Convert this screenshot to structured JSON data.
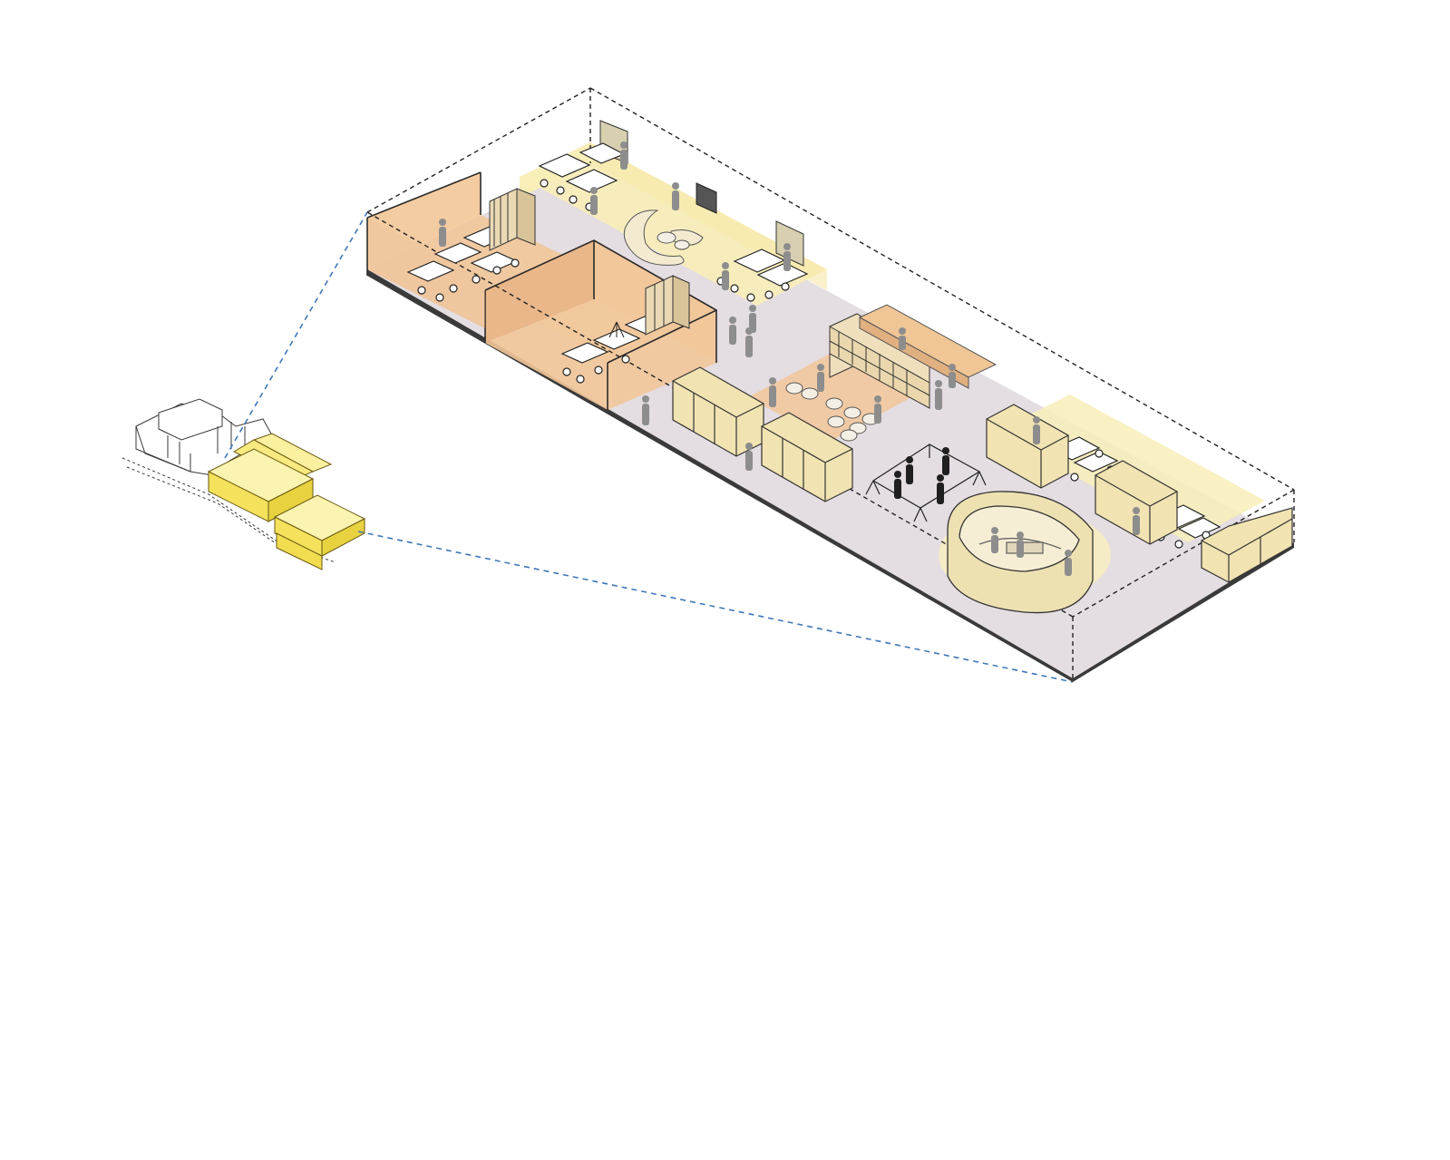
{
  "colors": {
    "background": "#ffffff",
    "floor": "#e4dde2",
    "zone_yellow": "#f8eeb8",
    "zone_orange": "#f2c79a",
    "zone_orange_light": "#f7dcc0",
    "furniture": "#efe3b0",
    "massing_yellow": "#f4e25c",
    "callout_line": "#3f78b8",
    "outline": "#222222",
    "people": "#8d8d8d"
  },
  "diagram": {
    "type": "isometric floor-plan diagram",
    "zones": [
      {
        "id": "classroom-north",
        "tone": "yellow"
      },
      {
        "id": "classroom-west",
        "tone": "orange"
      },
      {
        "id": "enclosed-studio",
        "tone": "orange"
      },
      {
        "id": "soft-seating-area",
        "tone": "orange"
      },
      {
        "id": "open-commons",
        "tone": "floor"
      },
      {
        "id": "classroom-east",
        "tone": "yellow"
      },
      {
        "id": "amphitheater-pod",
        "tone": "yellow"
      }
    ],
    "icons": [
      "person-icon",
      "desk-cluster-icon",
      "bookshelf-icon",
      "tripod-icon",
      "whiteboard-icon",
      "screen-icon",
      "pouf-icon",
      "bench-icon"
    ]
  }
}
